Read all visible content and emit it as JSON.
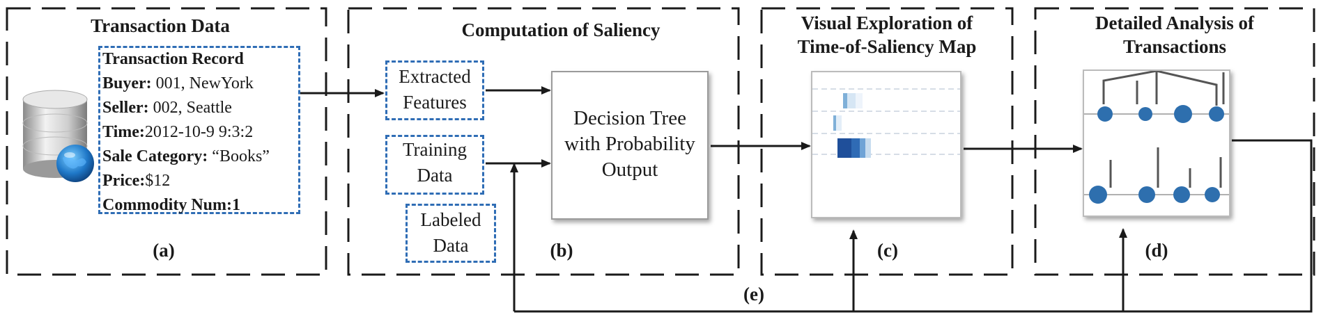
{
  "panel_a": {
    "title": "Transaction Data",
    "label": "(a)",
    "record": {
      "heading": "Transaction Record",
      "buyer_key": "Buyer:",
      "buyer_val": " 001, NewYork",
      "seller_key": "Seller:",
      "seller_val": " 002, Seattle",
      "time_key": "Time:",
      "time_val": "2012-10-9 9:3:2",
      "category_key": "Sale Category:",
      "category_val": " “Books”",
      "price_key": "Price:",
      "price_val": "$12",
      "commodity": "Commodity Num:1"
    }
  },
  "panel_b": {
    "title": "Computation of Saliency",
    "label": "(b)",
    "extracted_l1": "Extracted",
    "extracted_l2": "Features",
    "training_l1": "Training",
    "training_l2": "Data",
    "labeled_l1": "Labeled",
    "labeled_l2": "Data",
    "tree_l1": "Decision Tree",
    "tree_l2": "with Probability",
    "tree_l3": "Output"
  },
  "panel_c": {
    "title_l1": "Visual Exploration of",
    "title_l2": "Time-of-Saliency Map",
    "label": "(c)"
  },
  "panel_d": {
    "title_l1": "Detailed Analysis of",
    "title_l2": "Transactions",
    "label": "(d)"
  },
  "feedback_label": "(e)",
  "icons": [
    "database-icon",
    "globe-icon"
  ],
  "colors": {
    "dashed_box": "#2f6db5",
    "map_blue": "#1f4f9a",
    "dot_blue": "#2e6fae"
  }
}
